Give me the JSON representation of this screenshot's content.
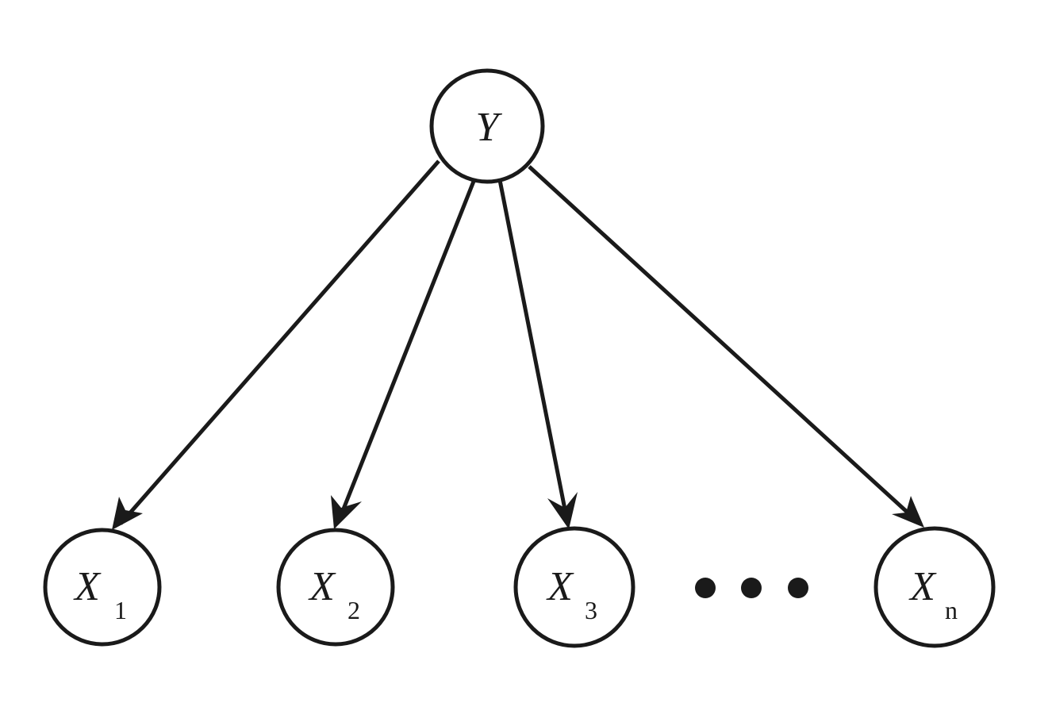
{
  "diagram": {
    "root": {
      "id": "Y",
      "label": "Y"
    },
    "children": [
      {
        "id": "X1",
        "label": "X",
        "subscript": "1"
      },
      {
        "id": "X2",
        "label": "X",
        "subscript": "2"
      },
      {
        "id": "X3",
        "label": "X",
        "subscript": "3"
      },
      {
        "id": "Xn",
        "label": "X",
        "subscript": "n"
      }
    ],
    "edges": [
      {
        "from": "Y",
        "to": "X1"
      },
      {
        "from": "Y",
        "to": "X2"
      },
      {
        "from": "Y",
        "to": "X3"
      },
      {
        "from": "Y",
        "to": "Xn"
      }
    ],
    "ellipsis_dots": 3,
    "colors": {
      "stroke": "#1a1a1a",
      "background": "#ffffff"
    }
  }
}
